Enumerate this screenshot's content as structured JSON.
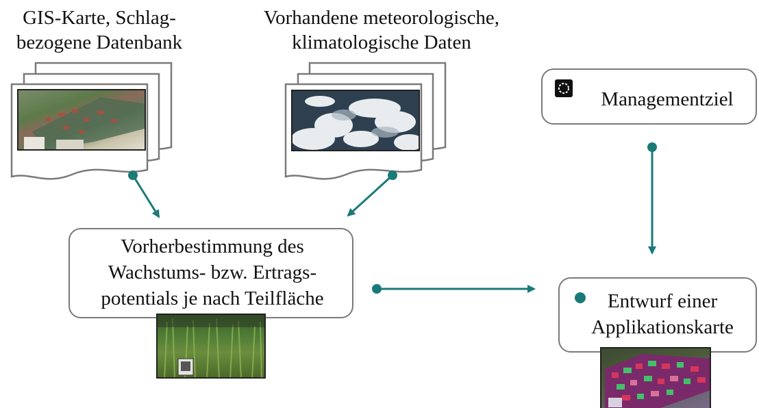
{
  "sources": {
    "gis_label_line1": "GIS-Karte, Schlag-",
    "gis_label_line2": "bezogene Datenbank",
    "weather_label_line1": "Vorhandene meteorologische,",
    "weather_label_line2": "klimatologische Daten"
  },
  "goal": {
    "label": "Managementziel",
    "icon": "target-icon"
  },
  "prediction": {
    "line1": "Vorherbestimmung des",
    "line2": "Wachstums- bzw. Ertrags-",
    "line3": "potentials je nach Teilfläche"
  },
  "result": {
    "line1": "Entwurf einer",
    "line2": "Applikationskarte"
  },
  "colors": {
    "arrow": "#1a7a78",
    "box_border": "#7a7a7a"
  }
}
